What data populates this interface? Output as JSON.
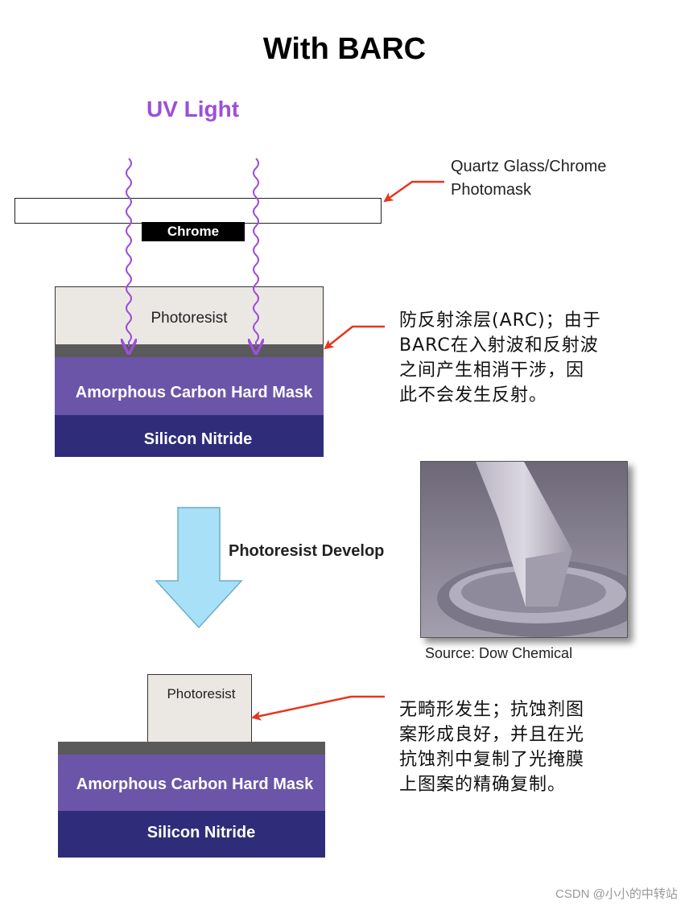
{
  "title": "With BARC",
  "uv_light": "UV Light",
  "photomask": {
    "label_line1": "Quartz Glass/Chrome",
    "label_line2": "Photomask",
    "chrome_label": "Chrome"
  },
  "stack_top": {
    "photoresist": "Photoresist",
    "hard_mask": "Amorphous Carbon Hard Mask",
    "nitride": "Silicon Nitride"
  },
  "note_top": [
    "防反射涂层(ARC)；由于",
    "BARC在入射波和反射波",
    "之间产生相消干涉，因",
    "此不会发生反射。"
  ],
  "develop": {
    "label": "Photoresist Develop"
  },
  "sem": {
    "source": "Source: Dow Chemical"
  },
  "stack_bottom": {
    "photoresist": "Photoresist",
    "hard_mask": "Amorphous Carbon Hard Mask",
    "nitride": "Silicon Nitride"
  },
  "note_bottom": [
    "无畸形发生；抗蚀剂图",
    "案形成良好，并且在光",
    "抗蚀剂中复制了光掩膜",
    "上图案的精确复制。"
  ],
  "watermark": "CSDN @小小的中转站",
  "colors": {
    "uv": "#9b4fd9",
    "hard_mask": "#6a55a8",
    "nitride": "#2f2d7a",
    "barc": "#5a5a5a",
    "photoresist": "#ebe8e4",
    "arrow": "#e8341c",
    "develop_arrow": "#a8e0f8"
  }
}
